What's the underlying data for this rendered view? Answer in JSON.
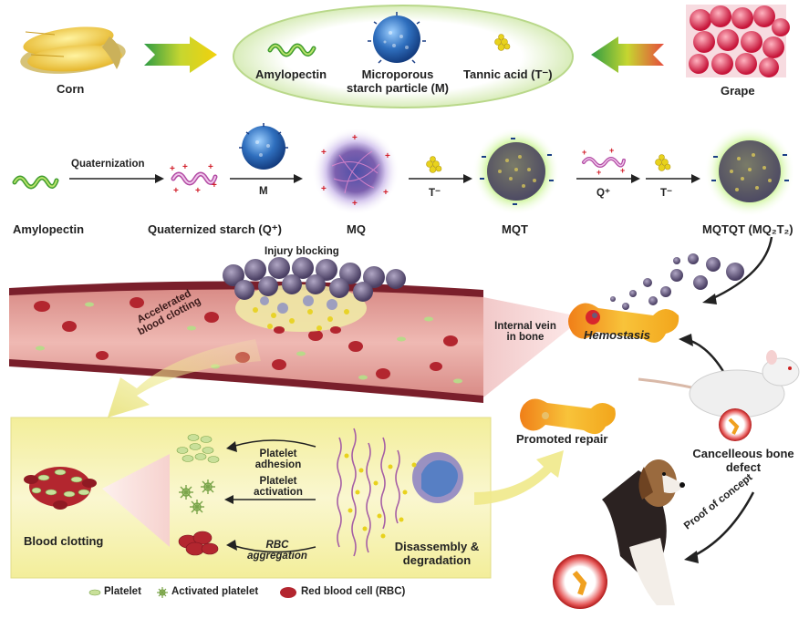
{
  "top": {
    "corn": "Corn",
    "grape": "Grape",
    "amylopectin": "Amylopectin",
    "micro_line1": "Microporous",
    "micro_line2": "starch particle (M)",
    "tannic": "Tannic acid (T⁻)"
  },
  "synthesis": {
    "amylopectin": "Amylopectin",
    "quaternization": "Quaternization",
    "qstarch": "Quaternized starch (Q⁺)",
    "m": "M",
    "mq": "MQ",
    "t1": "T⁻",
    "mqt": "MQT",
    "qplus": "Q⁺",
    "t2": "T⁻",
    "mqtqt": "MQTQT (MQ₂T₂)"
  },
  "vessel": {
    "injury_blocking": "Injury blocking",
    "accelerated_line1": "Accelerated",
    "accelerated_line2": "blood clotting",
    "internal_vein_line1": "Internal vein",
    "internal_vein_line2": "in bone",
    "hemostasis": "Hemostasis"
  },
  "panel": {
    "blood_clotting": "Blood clotting",
    "platelet_adhesion_1": "Platelet",
    "platelet_adhesion_2": "adhesion",
    "platelet_activation_1": "Platelet",
    "platelet_activation_2": "activation",
    "rbc_aggregation_1": "RBC",
    "rbc_aggregation_2": "aggregation",
    "disassembly_1": "Disassembly &",
    "disassembly_2": "degradation"
  },
  "right": {
    "promoted_repair": "Promoted repair",
    "cancellous_1": "Cancelleous bone",
    "cancellous_2": "defect",
    "proof": "Proof of concept"
  },
  "legend": {
    "platelet": "Platelet",
    "activated": "Activated platelet",
    "rbc": "Red blood cell (RBC)"
  },
  "colors": {
    "vessel_wall": "#7a1f2b",
    "vessel_lumen": "#e7a9a4",
    "panel_bg": "#f6f2b9",
    "particle_blue": "#2f6fbe",
    "tannic_yellow": "#e8d21c",
    "rbc_red": "#b3262f",
    "platelet_green": "#b9d98a",
    "bone_orange": "#f4a41c"
  }
}
